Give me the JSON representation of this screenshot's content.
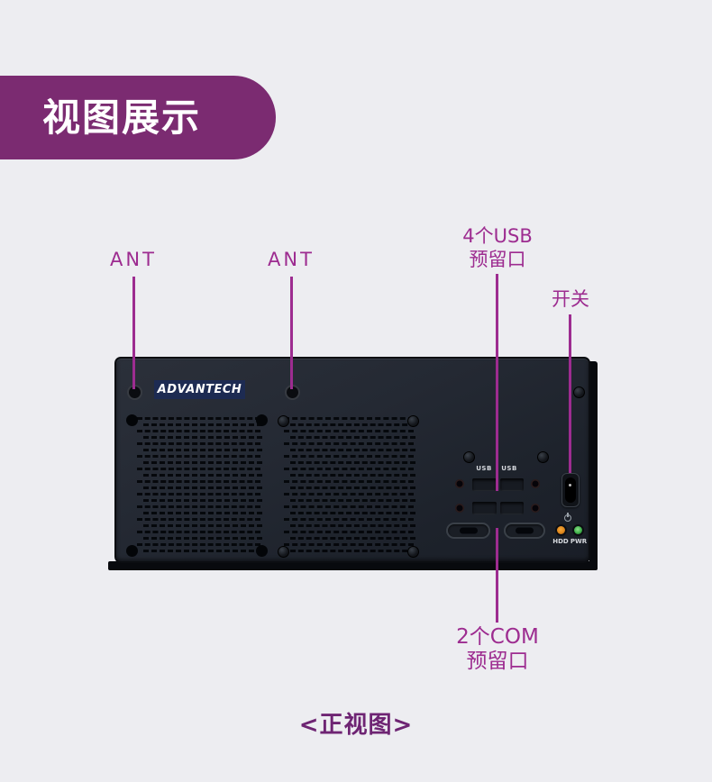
{
  "banner": {
    "title": "视图展示"
  },
  "callouts": {
    "ant1": {
      "label": "ANT"
    },
    "ant2": {
      "label": "ANT"
    },
    "usb": {
      "line1": "4个USB",
      "line2": "预留口"
    },
    "power_switch": {
      "label": "开关"
    },
    "com": {
      "line1": "2个COM",
      "line2": "预留口"
    }
  },
  "device": {
    "brand": "ADVANTECH",
    "usb_labels": [
      "USB",
      "USB"
    ],
    "hdd_led_label": "HDD",
    "pwr_led_label": "PWR"
  },
  "caption": "<正视图>",
  "colors": {
    "page_bg": "#ededf1",
    "banner_bg": "#7b2b71",
    "callout": "#9d2c90",
    "caption": "#6e2473",
    "chassis": "#21262f",
    "brand_plate": "#1d2b52",
    "hdd_led": "#e0871c",
    "pwr_led": "#3fb14a"
  }
}
